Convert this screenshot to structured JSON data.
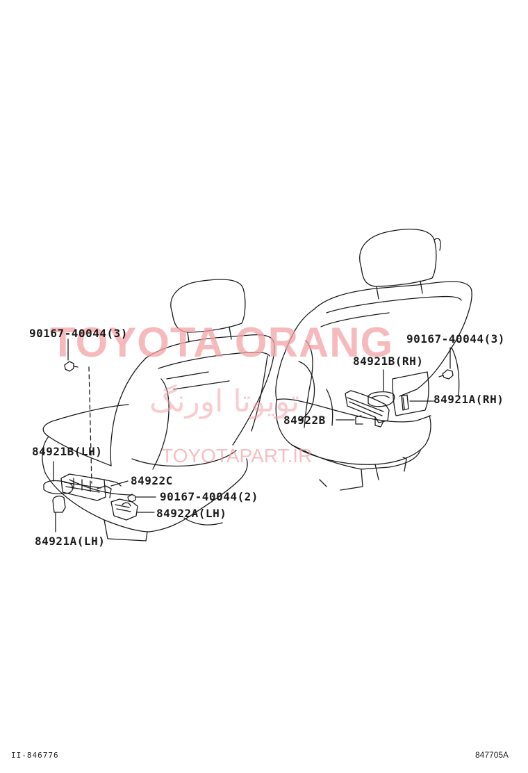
{
  "watermark": {
    "main": "TOYOTA ORANG",
    "persian": "تویوتا اورنگ",
    "url": "TOYOTAPART.IR",
    "color": "#f4a3a7"
  },
  "labels": {
    "bolt_rh": "90167-40044(3)",
    "bolt_lh": "90167-40044(3)",
    "cover_b_rh": "84921B(RH)",
    "knob_a_rh": "84921A(RH)",
    "switch_b": "84922B",
    "cover_b_lh": "84921B(LH)",
    "switch_c": "84922C",
    "screw_lh": "90167-40044(2)",
    "switch_a_lh": "84922A(LH)",
    "knob_a_lh": "84921A(LH)"
  },
  "footer": {
    "left_code": "II-846776",
    "right_code": "847705A"
  },
  "colors": {
    "line": "#1a1a1a",
    "ink": "#1a1a1a"
  }
}
